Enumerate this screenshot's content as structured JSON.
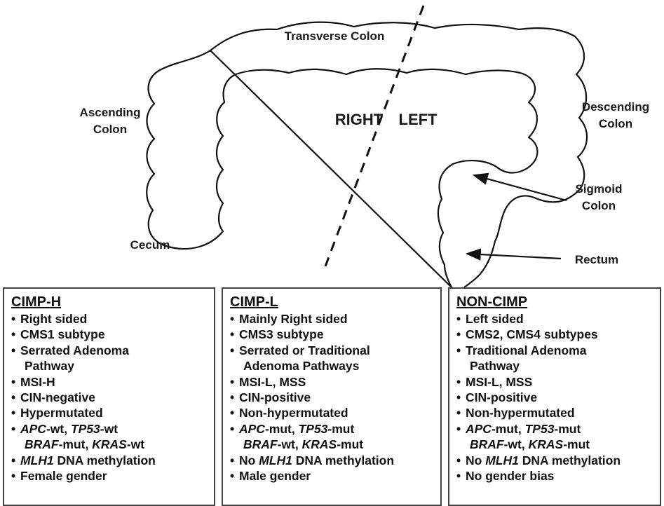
{
  "diagram": {
    "labels": {
      "transverse": "Transverse Colon",
      "ascending_1": "Ascending",
      "ascending_2": "Colon",
      "descending_1": "Descending",
      "descending_2": "Colon",
      "sigmoid_1": "Sigmoid",
      "sigmoid_2": "Colon",
      "cecum": "Cecum",
      "rectum": "Rectum",
      "right": "RIGHT",
      "left": "LEFT"
    },
    "colors": {
      "line": "#111111",
      "text": "#1a1a1a",
      "box_border": "#444444"
    }
  },
  "boxes": [
    {
      "title": "CIMP-H",
      "items": [
        [
          "Right sided"
        ],
        [
          "CMS1 subtype"
        ],
        [
          "Serrated Adenoma",
          "Pathway"
        ],
        [
          "MSI-H"
        ],
        [
          "CIN-negative"
        ],
        [
          "Hypermutated"
        ],
        [
          "APC-wt, TP53-wt",
          "BRAF-mut, KRAS-wt"
        ],
        [
          "MLH1 DNA methylation"
        ],
        [
          "Female gender"
        ]
      ]
    },
    {
      "title": "CIMP-L",
      "items": [
        [
          "Mainly Right sided"
        ],
        [
          "CMS3 subtype"
        ],
        [
          "Serrated or Traditional",
          "Adenoma Pathways"
        ],
        [
          "MSI-L, MSS"
        ],
        [
          "CIN-positive"
        ],
        [
          "Non-hypermutated"
        ],
        [
          "APC-mut, TP53-mut",
          "BRAF-wt, KRAS-mut"
        ],
        [
          "No MLH1 DNA methylation"
        ],
        [
          "Male gender"
        ]
      ]
    },
    {
      "title": "NON-CIMP",
      "items": [
        [
          "Left sided"
        ],
        [
          "CMS2, CMS4 subtypes"
        ],
        [
          "Traditional Adenoma",
          "Pathway"
        ],
        [
          "MSI-L, MSS"
        ],
        [
          "CIN-positive"
        ],
        [
          "Non-hypermutated"
        ],
        [
          "APC-mut, TP53-mut",
          "BRAF-wt, KRAS-mut"
        ],
        [
          "No MLH1 DNA methylation"
        ],
        [
          "No gender bias"
        ]
      ]
    }
  ]
}
